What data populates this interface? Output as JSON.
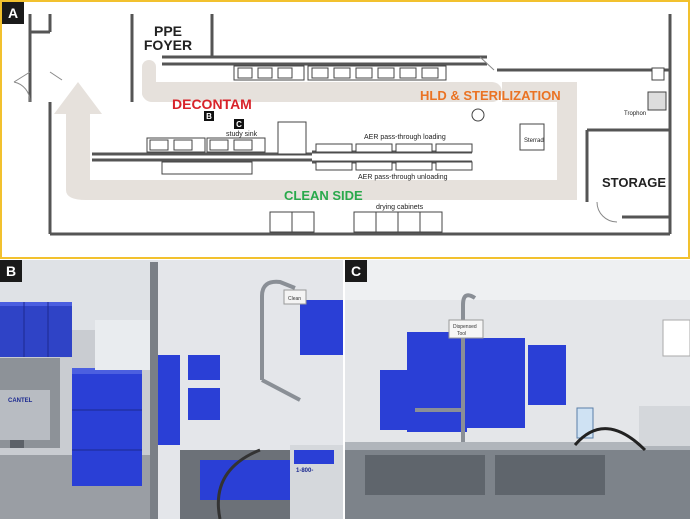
{
  "panels": [
    {
      "tag": "A"
    },
    {
      "tag": "B"
    },
    {
      "tag": "C"
    }
  ],
  "floorplan": {
    "ppe_foyer_line1": "PPE",
    "ppe_foyer_line2": "FOYER",
    "decontam": "DECONTAM",
    "hld_sterilization": "HLD & STERILIZATION",
    "clean_side": "CLEAN SIDE",
    "storage": "STORAGE",
    "marker_b": "B",
    "marker_c": "C",
    "study_sink": "study sink",
    "aer_loading": "AER pass-through loading",
    "aer_unloading": "AER pass-through unloading",
    "sterrad": "Sterrad",
    "trophon": "Trophon",
    "drying_cabinets": "drying cabinets"
  },
  "photo_b": {
    "brand": "CANTEL",
    "sign": "Clean",
    "phone": "1-800-"
  },
  "photo_c": {
    "sign_line1": "Dispensed",
    "sign_line2": "Tool"
  },
  "colors": {
    "border": "#f2c12e",
    "decontam": "#d8232a",
    "hld": "#ea7324",
    "clean": "#29a94b",
    "flow": "#e6e1dc",
    "blue": "#2a3fd6"
  }
}
